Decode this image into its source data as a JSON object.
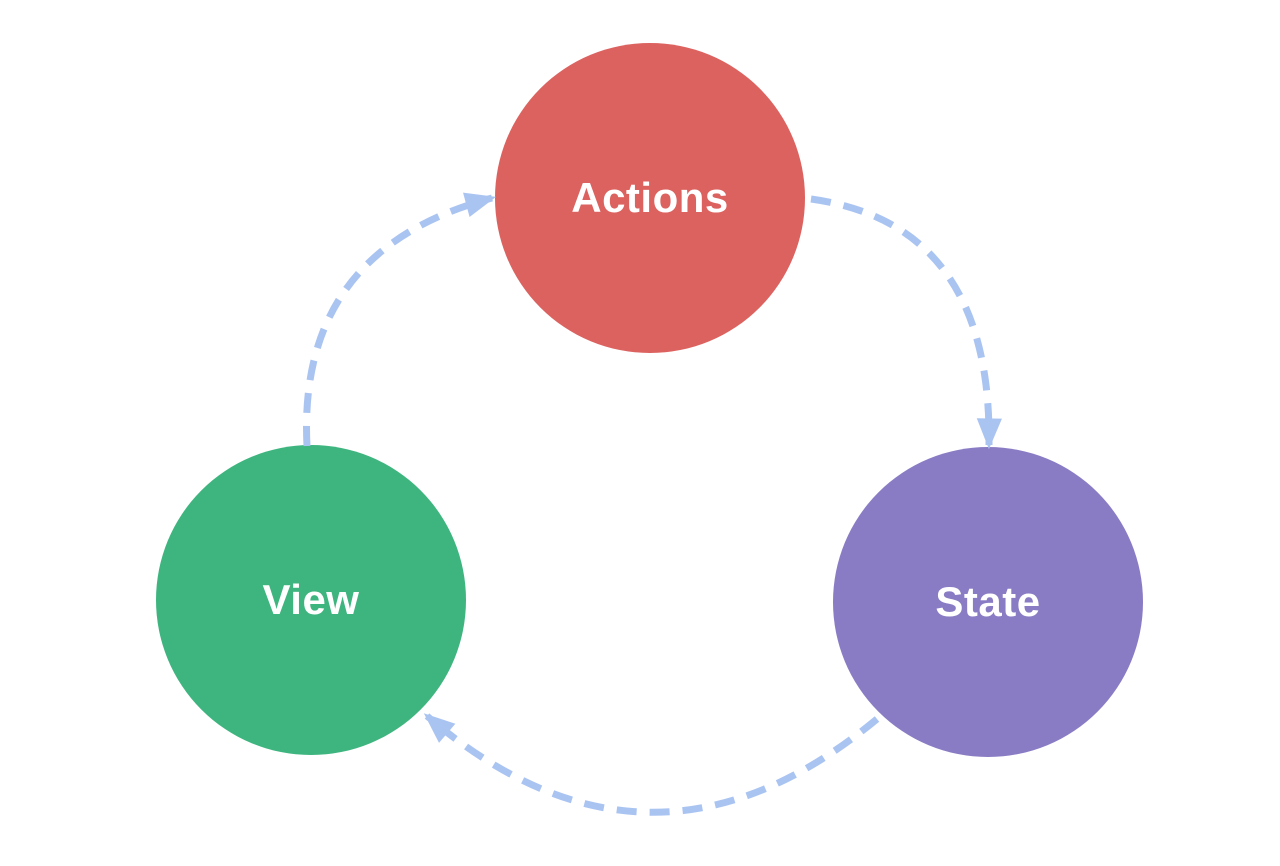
{
  "diagram": {
    "nodes": {
      "actions": {
        "label": "Actions",
        "color": "#dc625f"
      },
      "state": {
        "label": "State",
        "color": "#8a7cc4"
      },
      "view": {
        "label": "View",
        "color": "#3eb57f"
      }
    },
    "edges": {
      "arrow_color": "#aac4f2",
      "style": "dashed",
      "items": [
        {
          "from": "View",
          "to": "Actions"
        },
        {
          "from": "Actions",
          "to": "State"
        },
        {
          "from": "State",
          "to": "View"
        }
      ]
    }
  }
}
